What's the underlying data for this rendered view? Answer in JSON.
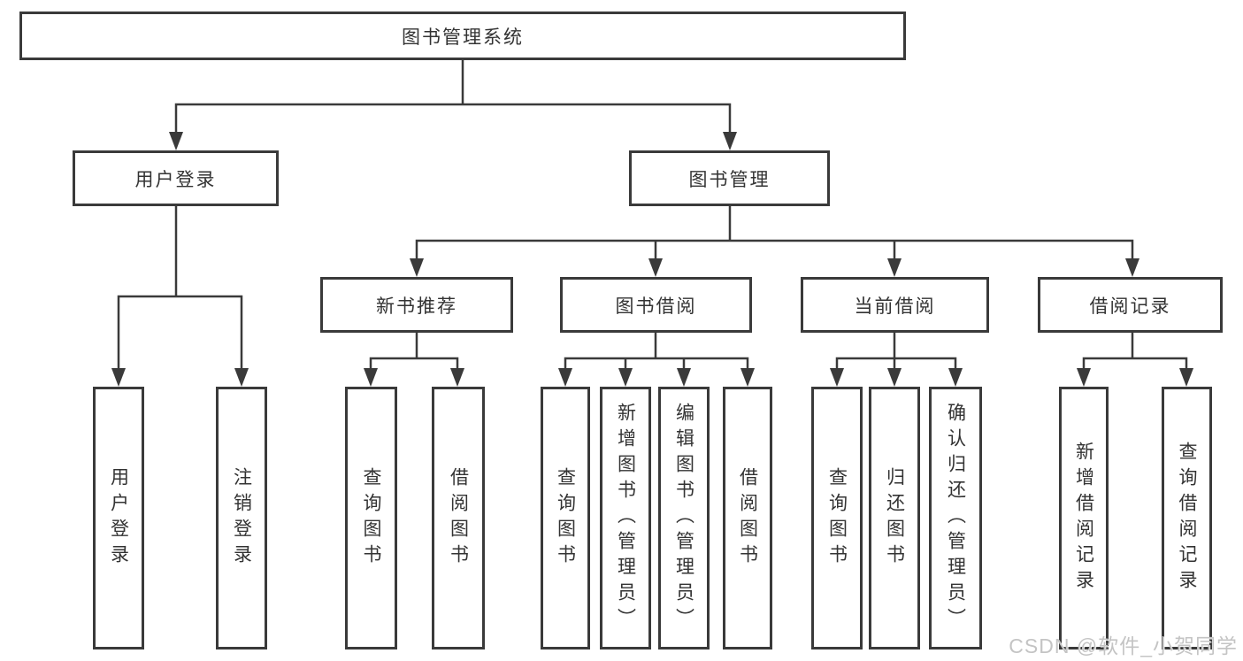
{
  "watermark": "CSDN @软件_小贺同学",
  "tree": {
    "label": "图书管理系统",
    "children": [
      {
        "label": "用户登录",
        "children": [
          {
            "label": "用户登录"
          },
          {
            "label": "注销登录"
          }
        ]
      },
      {
        "label": "图书管理",
        "children": [
          {
            "label": "新书推荐",
            "children": [
              {
                "label": "查询图书"
              },
              {
                "label": "借阅图书"
              }
            ]
          },
          {
            "label": "图书借阅",
            "children": [
              {
                "label": "查询图书"
              },
              {
                "label": "新增图书（管理员）"
              },
              {
                "label": "编辑图书（管理员）"
              },
              {
                "label": "借阅图书"
              }
            ]
          },
          {
            "label": "当前借阅",
            "children": [
              {
                "label": "查询图书"
              },
              {
                "label": "归还图书"
              },
              {
                "label": "确认归还（管理员）"
              }
            ]
          },
          {
            "label": "借阅记录",
            "children": [
              {
                "label": "新增借阅记录"
              },
              {
                "label": "查询借阅记录"
              }
            ]
          }
        ]
      }
    ]
  },
  "line_color": "#3a3a3a"
}
